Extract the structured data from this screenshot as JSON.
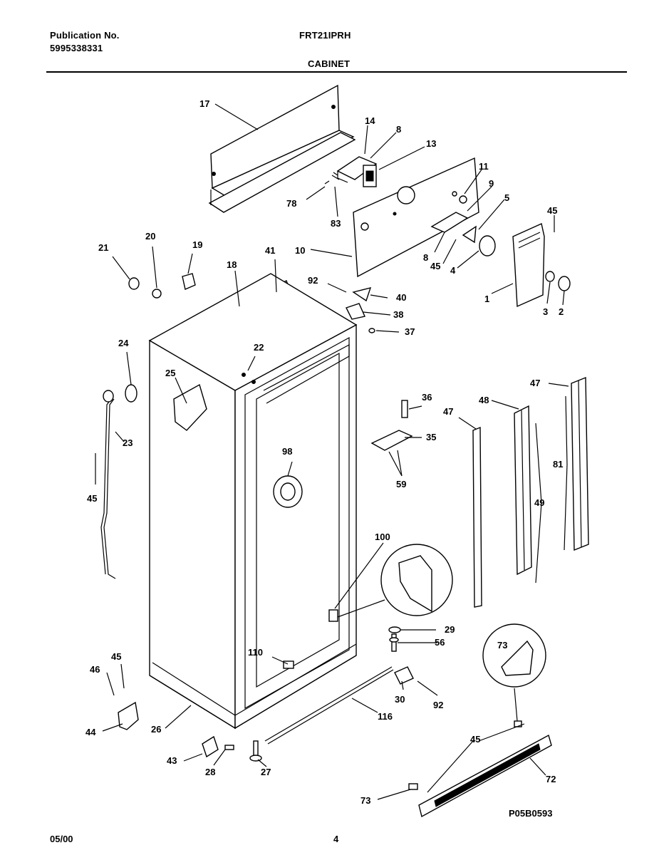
{
  "header": {
    "publication_label": "Publication No.",
    "publication_number": "5995338331",
    "model": "FRT21IPRH",
    "section": "CABINET"
  },
  "footer": {
    "date": "05/00",
    "page": "4",
    "diagram_code": "P05B0593"
  },
  "callouts": {
    "c17": "17",
    "c14": "14",
    "c8a": "8",
    "c13": "13",
    "c11": "11",
    "c9": "9",
    "c5": "5",
    "c45a": "45",
    "c78": "78",
    "c83": "83",
    "c10": "10",
    "c8b": "8",
    "c45b": "45",
    "c4": "4",
    "c1": "1",
    "c3": "3",
    "c2": "2",
    "c21": "21",
    "c20": "20",
    "c19": "19",
    "c18": "18",
    "c41": "41",
    "c92a": "92",
    "c40": "40",
    "c38": "38",
    "c37": "37",
    "c24": "24",
    "c22": "22",
    "c25": "25",
    "c23": "23",
    "c45c": "45",
    "c98": "98",
    "c36": "36",
    "c35": "35",
    "c59": "59",
    "c47a": "47",
    "c48": "48",
    "c47b": "47",
    "c81": "81",
    "c49": "49",
    "c100": "100",
    "c29": "29",
    "c56": "56",
    "c73a": "73",
    "c110": "110",
    "c30": "30",
    "c92b": "92",
    "c116": "116",
    "c45d": "45",
    "c46": "46",
    "c44": "44",
    "c26": "26",
    "c43": "43",
    "c28": "28",
    "c27": "27",
    "c45e": "45",
    "c72": "72",
    "c73b": "73"
  }
}
